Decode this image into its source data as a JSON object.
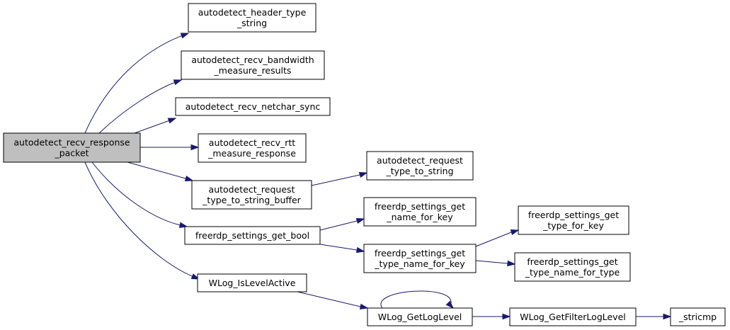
{
  "graph": {
    "type": "call-graph",
    "edge_color": "#191970",
    "root_fill": "#bfbfbf",
    "nodes": [
      {
        "id": "root",
        "lines": [
          "autodetect_recv_response",
          "_packet"
        ],
        "root": true
      },
      {
        "id": "n1",
        "lines": [
          "autodetect_header_type",
          "_string"
        ]
      },
      {
        "id": "n2",
        "lines": [
          "autodetect_recv_bandwidth",
          "_measure_results"
        ]
      },
      {
        "id": "n3",
        "lines": [
          "autodetect_recv_netchar_sync"
        ]
      },
      {
        "id": "n4",
        "lines": [
          "autodetect_recv_rtt",
          "_measure_response"
        ]
      },
      {
        "id": "n5",
        "lines": [
          "autodetect_request",
          "_type_to_string_buffer"
        ]
      },
      {
        "id": "n6",
        "lines": [
          "autodetect_request",
          "_type_to_string"
        ]
      },
      {
        "id": "n7",
        "lines": [
          "freerdp_settings_get_bool"
        ]
      },
      {
        "id": "n8",
        "lines": [
          "freerdp_settings_get",
          "_name_for_key"
        ]
      },
      {
        "id": "n9",
        "lines": [
          "freerdp_settings_get",
          "_type_name_for_key"
        ]
      },
      {
        "id": "n10",
        "lines": [
          "freerdp_settings_get",
          "_type_for_key"
        ]
      },
      {
        "id": "n11",
        "lines": [
          "freerdp_settings_get",
          "_type_name_for_type"
        ]
      },
      {
        "id": "n12",
        "lines": [
          "WLog_IsLevelActive"
        ]
      },
      {
        "id": "n13",
        "lines": [
          "WLog_GetLogLevel"
        ]
      },
      {
        "id": "n14",
        "lines": [
          "WLog_GetFilterLogLevel"
        ]
      },
      {
        "id": "n15",
        "lines": [
          "_stricmp"
        ]
      }
    ],
    "edges": [
      {
        "from": "root",
        "to": "n1"
      },
      {
        "from": "root",
        "to": "n2"
      },
      {
        "from": "root",
        "to": "n3"
      },
      {
        "from": "root",
        "to": "n4"
      },
      {
        "from": "root",
        "to": "n5"
      },
      {
        "from": "root",
        "to": "n7"
      },
      {
        "from": "root",
        "to": "n12"
      },
      {
        "from": "n5",
        "to": "n6"
      },
      {
        "from": "n7",
        "to": "n8"
      },
      {
        "from": "n7",
        "to": "n9"
      },
      {
        "from": "n9",
        "to": "n10"
      },
      {
        "from": "n9",
        "to": "n11"
      },
      {
        "from": "n12",
        "to": "n13"
      },
      {
        "from": "n13",
        "to": "n13"
      },
      {
        "from": "n13",
        "to": "n14"
      },
      {
        "from": "n14",
        "to": "n15"
      }
    ]
  }
}
